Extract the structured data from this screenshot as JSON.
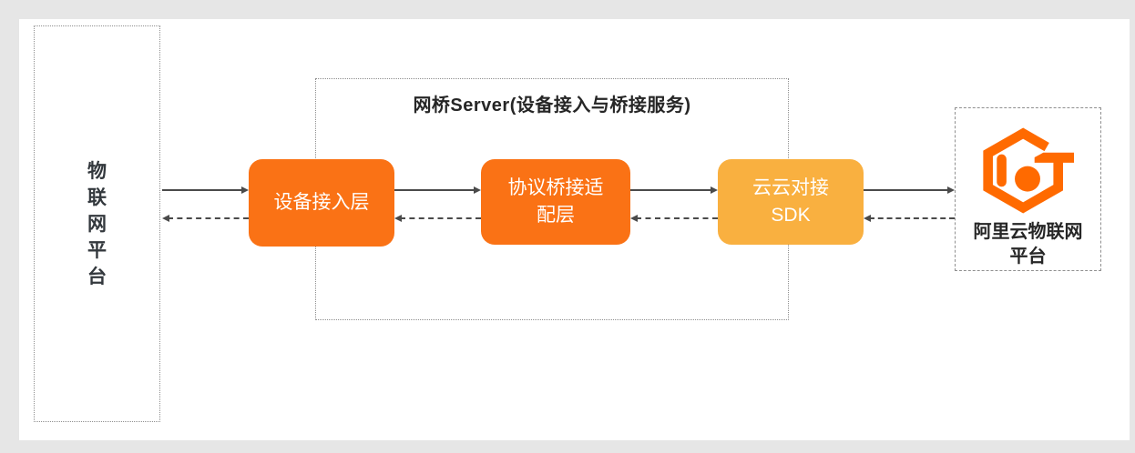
{
  "page": {
    "background": "#e6e6e6",
    "card_background": "#ffffff"
  },
  "palette": {
    "node_orange": "#FA7215",
    "node_yellow": "#F9B040",
    "logo_orange": "#FF6A00",
    "arrow_gray": "#4a4a4a",
    "dashed_border_gray": "#8f8f8f",
    "text_dark": "#333333"
  },
  "iot_platform_box": {
    "label": "物联网平台",
    "chars": [
      "物",
      "联",
      "网",
      "平",
      "台"
    ]
  },
  "bridge_server": {
    "title": "网桥Server(设备接入与桥接服务)"
  },
  "nodes": [
    {
      "label": "设备接入层",
      "lines": [
        "设备接入层"
      ]
    },
    {
      "label": "协议桥接适配层",
      "lines": [
        "协议桥接适",
        "配层"
      ]
    },
    {
      "label": "云云对接SDK",
      "lines": [
        "云云对接",
        "SDK"
      ]
    }
  ],
  "aliyun_box": {
    "icon": "aliyun-iot-logo",
    "label": "阿里云物联网平台",
    "lines": [
      "阿里云物联网",
      "平台"
    ]
  },
  "flows": {
    "forward_style": "solid",
    "return_style": "dashed"
  }
}
